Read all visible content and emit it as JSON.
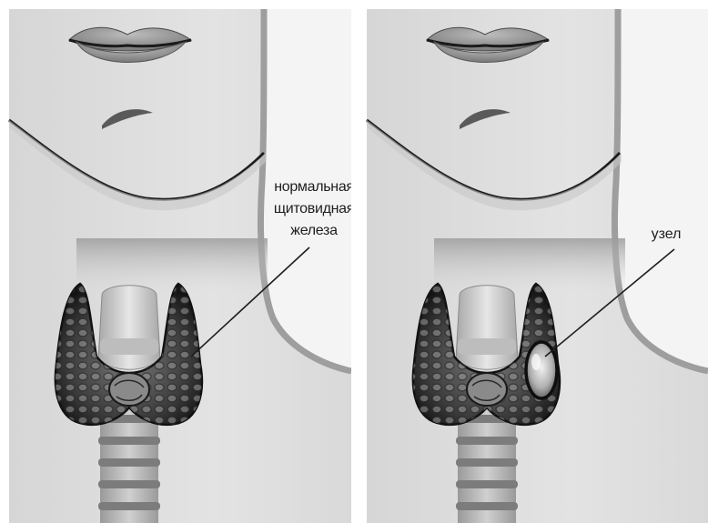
{
  "labels": {
    "normal": [
      "нормальная",
      "щитовидная",
      "железа"
    ],
    "nodule": "узел"
  },
  "colors": {
    "background": "#ffffff",
    "skin": "#dcdcdc",
    "neck_shadow": "#a8a8a8",
    "gland_dark": "#1f1f1f",
    "gland_light": "#8a8a8a",
    "lips": "#888888",
    "trachea": "#b8b8b8",
    "leader_line": "#1e1e1e"
  }
}
